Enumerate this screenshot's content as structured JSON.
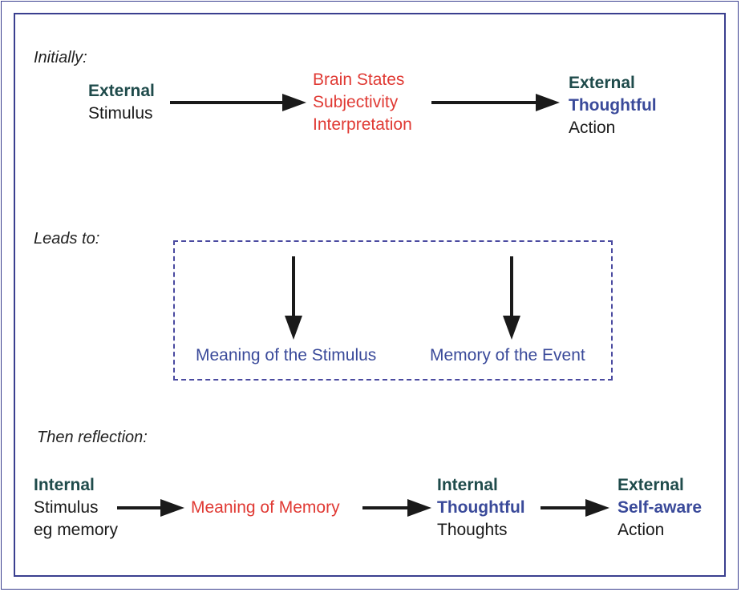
{
  "sections": {
    "initially": "Initially:",
    "leads_to": "Leads to:",
    "reflection": "Then reflection:"
  },
  "initial": {
    "source_line1": "External",
    "source_line2": "Stimulus",
    "brain_lines": [
      "Brain States",
      "Subjectivity",
      "Interpretation"
    ],
    "action_line1": "External",
    "action_line2": "Thoughtful",
    "action_line3": "Action"
  },
  "leads": {
    "meaning": "Meaning of the Stimulus",
    "memory": "Memory of the Event"
  },
  "reflection": {
    "source_line1": "Internal",
    "source_line2": "Stimulus",
    "source_line3": "eg memory",
    "meaning": "Meaning of Memory",
    "thoughts_line1": "Internal",
    "thoughts_line2": "Thoughtful",
    "thoughts_line3": "Thoughts",
    "action_line1": "External",
    "action_line2": "Self-aware",
    "action_line3": "Action"
  },
  "colors": {
    "frame": "#3a3f8f",
    "heading_green": "#1f4b4b",
    "accent_blue": "#3a4a9a",
    "accent_red": "#e03a34",
    "arrow": "#1a1a1a"
  }
}
